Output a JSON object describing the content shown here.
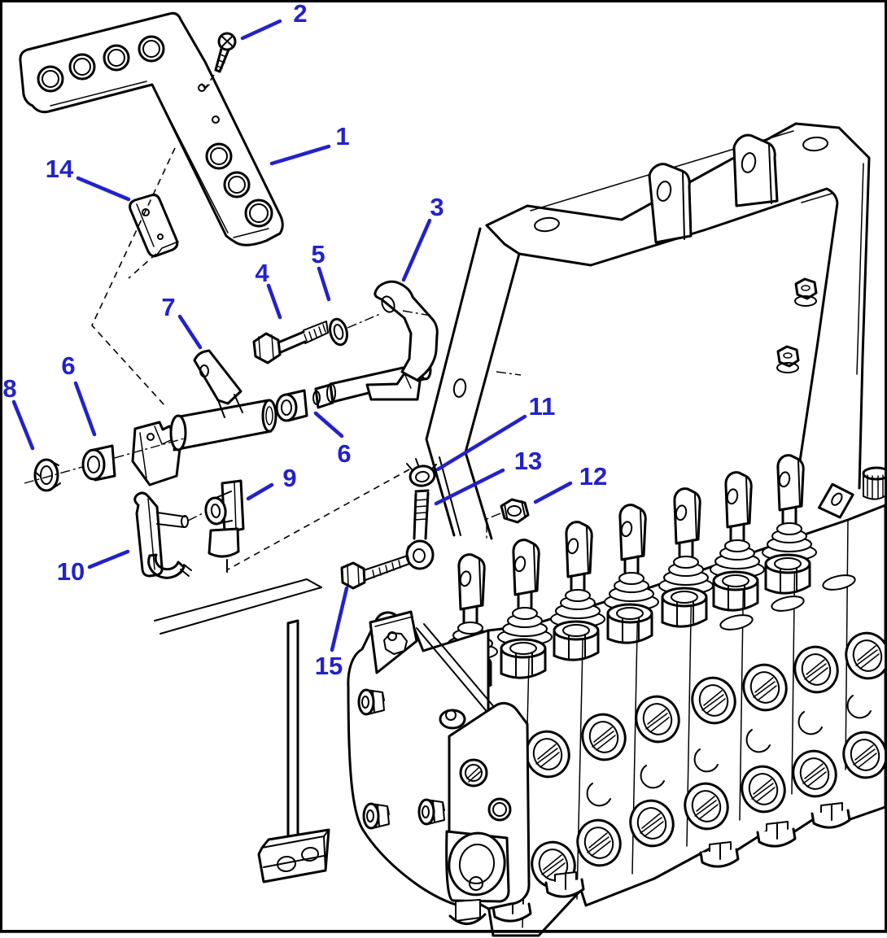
{
  "document": {
    "type": "exploded-parts-diagram",
    "subject": "pedal-linkage-and-control-valve-assembly"
  },
  "colors": {
    "callout_blue": "#2222cc",
    "line_black": "#000000",
    "paper_white": "#ffffff"
  },
  "callouts": {
    "c1": {
      "label": "1"
    },
    "c2": {
      "label": "2"
    },
    "c3": {
      "label": "3"
    },
    "c4": {
      "label": "4"
    },
    "c5": {
      "label": "5"
    },
    "c6a": {
      "label": "6"
    },
    "c6b": {
      "label": "6"
    },
    "c7": {
      "label": "7"
    },
    "c8": {
      "label": "8"
    },
    "c9": {
      "label": "9"
    },
    "c10": {
      "label": "10"
    },
    "c11": {
      "label": "11"
    },
    "c12": {
      "label": "12"
    },
    "c13": {
      "label": "13"
    },
    "c14": {
      "label": "14"
    },
    "c15": {
      "label": "15"
    }
  }
}
